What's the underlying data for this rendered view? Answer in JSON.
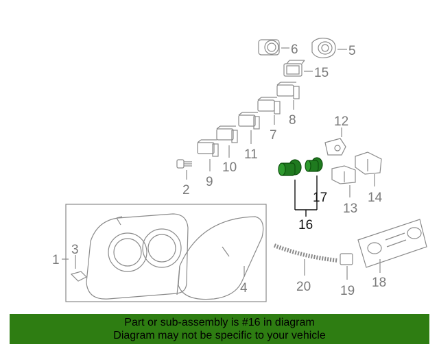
{
  "callouts": {
    "c1": "1",
    "c2": "2",
    "c3": "3",
    "c4": "4",
    "c5": "5",
    "c6": "6",
    "c7": "7",
    "c8": "8",
    "c9": "9",
    "c10": "10",
    "c11": "11",
    "c12": "12",
    "c13": "13",
    "c14": "14",
    "c15": "15",
    "c16": "16",
    "c17": "17",
    "c18": "18",
    "c19": "19",
    "c20": "20"
  },
  "highlighted_part": "16",
  "banner": {
    "line1": "Part or sub-assembly is #16 in diagram",
    "line2": "Diagram may not be specific to your vehicle",
    "background": "#2e7d12"
  },
  "colors": {
    "line": "#8a8a8a",
    "highlight": "#1f7a1f",
    "text": "#7a7a7a"
  }
}
